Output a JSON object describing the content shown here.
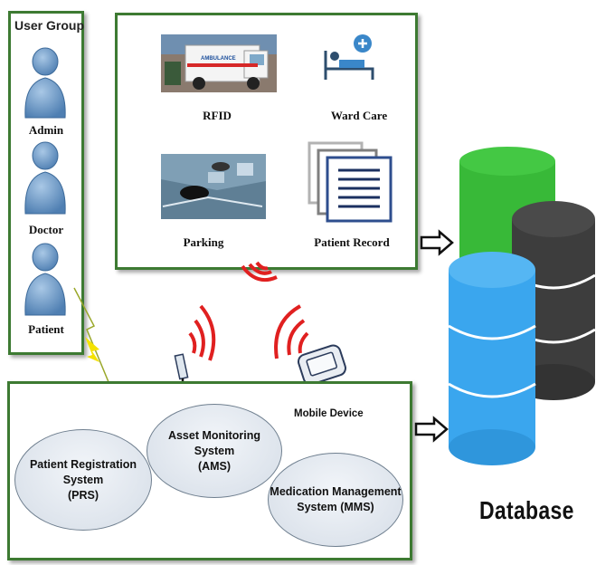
{
  "user_group": {
    "title": "User Group",
    "users": [
      {
        "label": "Admin"
      },
      {
        "label": "Doctor"
      },
      {
        "label": "Patient"
      }
    ]
  },
  "services": {
    "items": [
      {
        "label": "RFID",
        "icon": "ambulance-icon"
      },
      {
        "label": "Ward Care",
        "icon": "hospital-bed-icon"
      },
      {
        "label": "Parking",
        "icon": "parking-lot-icon"
      },
      {
        "label": "Patient Record",
        "icon": "document-stack-icon"
      }
    ]
  },
  "systems": {
    "prs": {
      "line1": "Patient Registration System",
      "line2": "(PRS)"
    },
    "ams": {
      "line1": "Asset Monitoring System",
      "line2": "(AMS)"
    },
    "mms": {
      "line1": "Medication Management",
      "line2": "System (MMS)"
    }
  },
  "mobile_device": {
    "label": "Mobile Device"
  },
  "database": {
    "label": "Database"
  },
  "colors": {
    "panel_border": "#3d7a32",
    "user_figure": "#6e9cc9",
    "wave_red": "#e02020",
    "db_green": "#3bbf3b",
    "db_dark": "#3f3f3f",
    "db_blue": "#3aa6ee"
  }
}
